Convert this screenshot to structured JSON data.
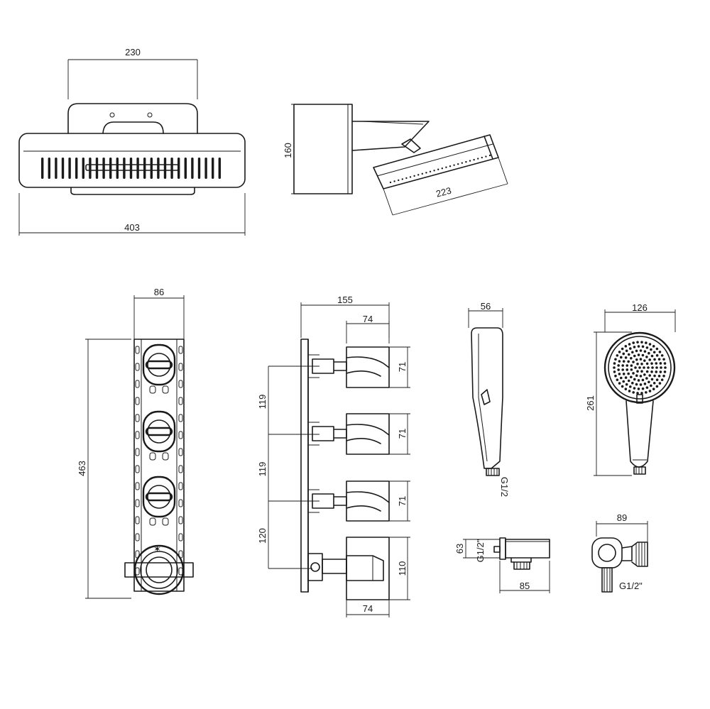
{
  "colors": {
    "ink": "#1a1a1a",
    "paper": "#ffffff"
  },
  "dimensions": {
    "overhead_mount_width": "230",
    "overhead_total_width": "403",
    "side_height": "160",
    "side_arm_length": "223",
    "valve_front_width": "86",
    "valve_total_height": "463",
    "valve_side_depth": "155",
    "handle_top_width": "74",
    "handle_bottom_width": "74",
    "spacing_1": "119",
    "spacing_2": "119",
    "spacing_3": "120",
    "handle_height_1": "71",
    "handle_height_2": "71",
    "handle_height_3": "71",
    "thermo_height": "110",
    "handshower_side_width": "56",
    "handshower_side_thread": "G1/2",
    "handshower_front_width": "126",
    "handshower_length": "261",
    "outlet_height": "63",
    "outlet_thread": "G1/2\"",
    "outlet_depth": "85",
    "holder_width": "89",
    "holder_thread": "G1/2\""
  }
}
